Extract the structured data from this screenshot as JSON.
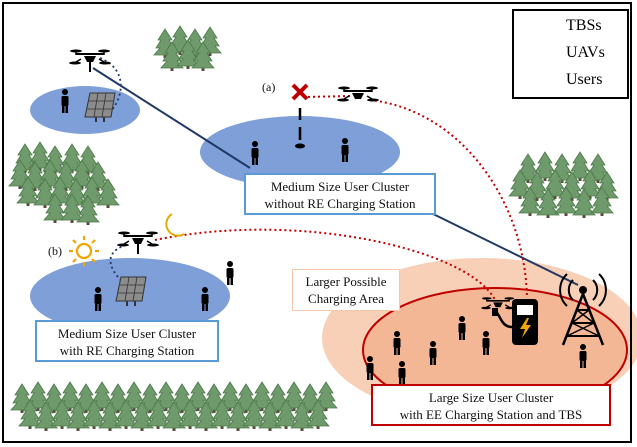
{
  "legend": {
    "tbs": "TBSs",
    "uavs": "UAVs",
    "users": "Users"
  },
  "tags": {
    "a": "(a)",
    "b": "(b)"
  },
  "clusters": {
    "without_re": {
      "line1": "Medium Size User Cluster",
      "line2": "without RE Charging Station"
    },
    "with_re": {
      "line1": "Medium Size User Cluster",
      "line2": "with RE Charging Station"
    },
    "large": {
      "line1": "Large Size User Cluster",
      "line2": "with EE Charging Station and TBS"
    }
  },
  "charging_area": {
    "line1": "Larger Possible",
    "line2": "Charging Area"
  },
  "colors": {
    "cluster_blue": "#7f9fd8",
    "area_orange": "#f6c8aa",
    "red": "#c00000",
    "navy": "#1f3864",
    "tree": "#6f9a6b"
  }
}
